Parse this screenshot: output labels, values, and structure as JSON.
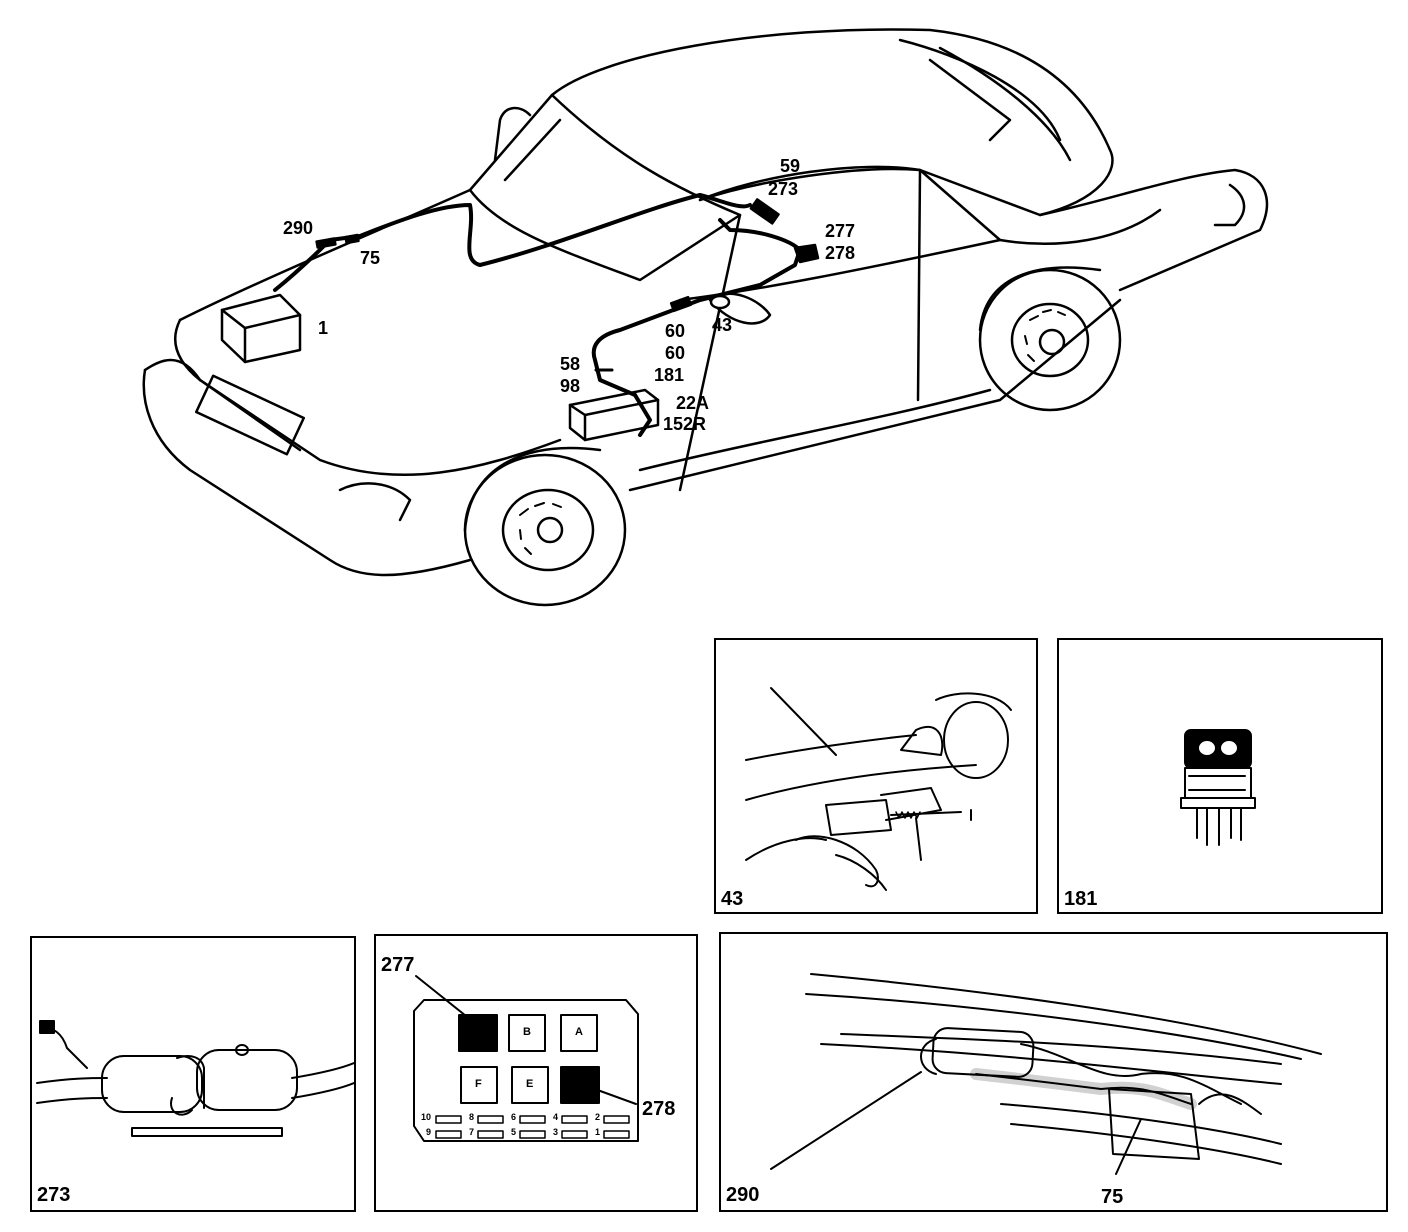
{
  "main_callouts": {
    "c290": "290",
    "c75": "75",
    "c1": "1",
    "c59": "59",
    "c273": "273",
    "c277": "277",
    "c278": "278",
    "c60a": "60",
    "c43": "43",
    "c60b": "60",
    "c58": "58",
    "c98": "98",
    "c181": "181",
    "c22A": "22A",
    "c152R": "152R"
  },
  "panels": {
    "p43": {
      "label": "43"
    },
    "p181": {
      "label": "181"
    },
    "p273": {
      "label": "273"
    },
    "p277": {
      "label_277": "277",
      "label_278": "278",
      "fuse_letters": [
        "B",
        "A",
        "F",
        "E"
      ],
      "fuse_numbers_top": [
        "10",
        "8",
        "6",
        "4",
        "2"
      ],
      "fuse_numbers_bottom": [
        "9",
        "7",
        "5",
        "3",
        "1"
      ]
    },
    "p290": {
      "label_290": "290",
      "label_75": "75"
    }
  }
}
